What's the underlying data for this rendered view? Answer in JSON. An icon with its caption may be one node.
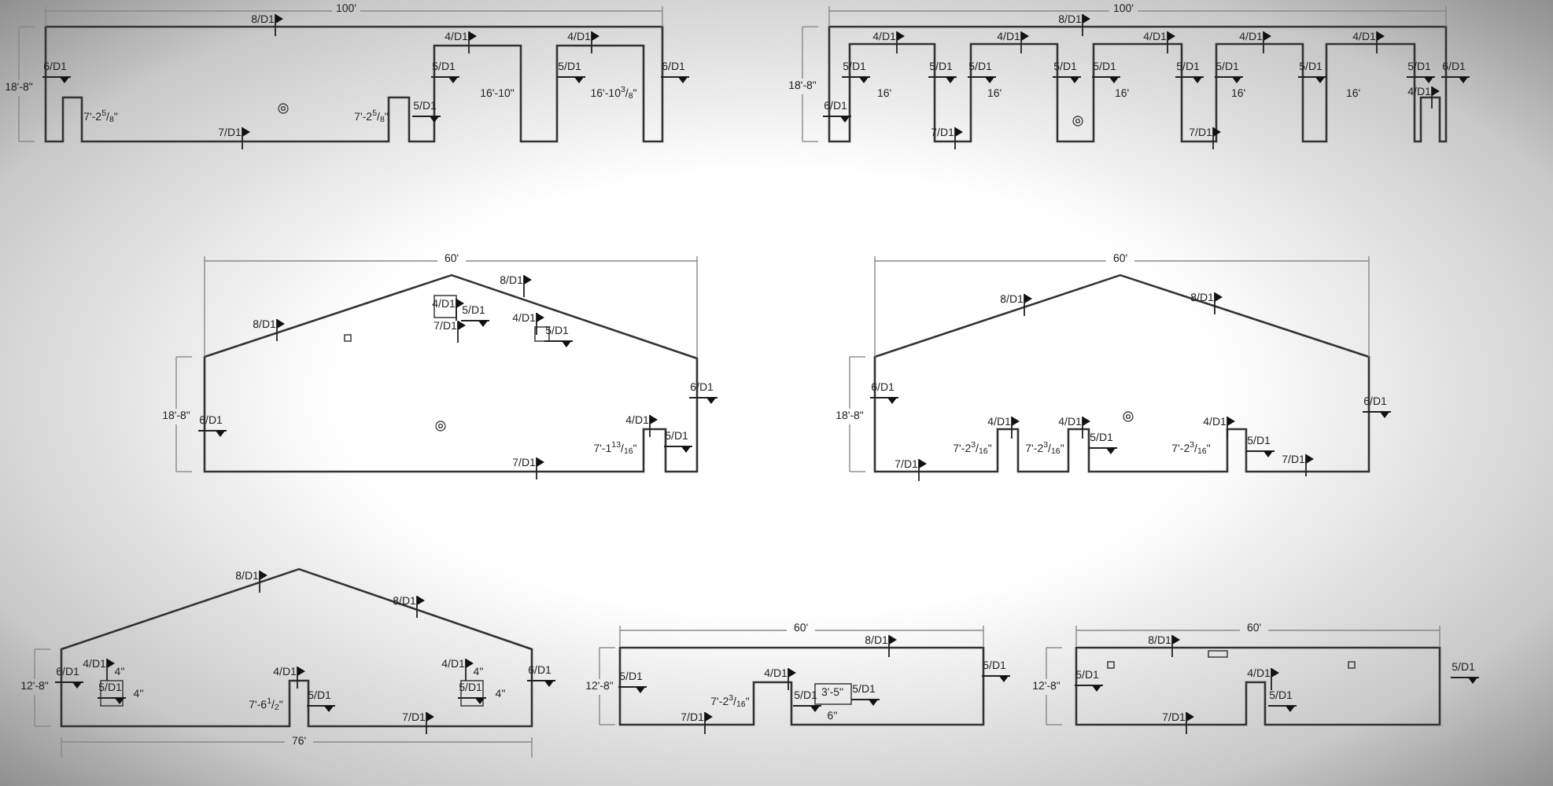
{
  "diagram": {
    "labels": [
      "100'",
      "8/D1",
      "4/D1",
      "4/D1",
      "6/D1",
      "5/D1",
      "5/D1",
      "6/D1",
      "18'-8\"",
      "16'-10\"",
      "16'-10$^{3}$/$_{8}$\"",
      "5/D1",
      "7'-2$^{5}$/$_{8}$\"",
      "7'-2$^{5}$/$_{8}$\"",
      "7/D1",
      "100'",
      "8/D1",
      "4/D1",
      "4/D1",
      "4/D1",
      "4/D1",
      "4/D1",
      "5/D1",
      "5/D1",
      "5/D1",
      "5/D1",
      "5/D1",
      "5/D1",
      "5/D1",
      "5/D1",
      "5/D1",
      "6/D1",
      "18'-8\"",
      "16'",
      "16'",
      "16'",
      "16'",
      "16'",
      "6/D1",
      "4/D1",
      "7/D1",
      "7/D1",
      "60'",
      "8/D1",
      "8/D1",
      "4/D1",
      "7/D1",
      "5/D1",
      "4/D1",
      "5/D1",
      "6/D1",
      "18'-8\"",
      "6/D1",
      "4/D1",
      "5/D1",
      "7'-1$^{13}$/$_{16}$\"",
      "7/D1",
      "60'",
      "8/D1",
      "8/D1",
      "6/D1",
      "6/D1",
      "18'-8\"",
      "4/D1",
      "4/D1",
      "4/D1",
      "5/D1",
      "5/D1",
      "7'-2$^{3}$/$_{16}$\"",
      "7'-2$^{3}$/$_{16}$\"",
      "7'-2$^{3}$/$_{16}$\"",
      "7/D1",
      "7/D1",
      "8/D1",
      "8/D1",
      "6/D1",
      "4/D1",
      "4\"",
      "4/D1",
      "4/D1",
      "4\"",
      "6/D1",
      "12'-8\"",
      "5/D1",
      "4\"",
      "5/D1",
      "5/D1",
      "4\"",
      "7'-6$^{1}$/$_{2}$\"",
      "7/D1",
      "76'",
      "60'",
      "8/D1",
      "12'-8\"",
      "5/D1",
      "7'-2$^{3}$/$_{16}$\"",
      "4/D1",
      "5/D1",
      "3'-5\"",
      "5/D1",
      "5/D1",
      "7/D1",
      "6\"",
      "60'",
      "8/D1",
      "5/D1",
      "5/D1",
      "4/D1",
      "12'-8\"",
      "5/D1",
      "7/D1"
    ]
  }
}
